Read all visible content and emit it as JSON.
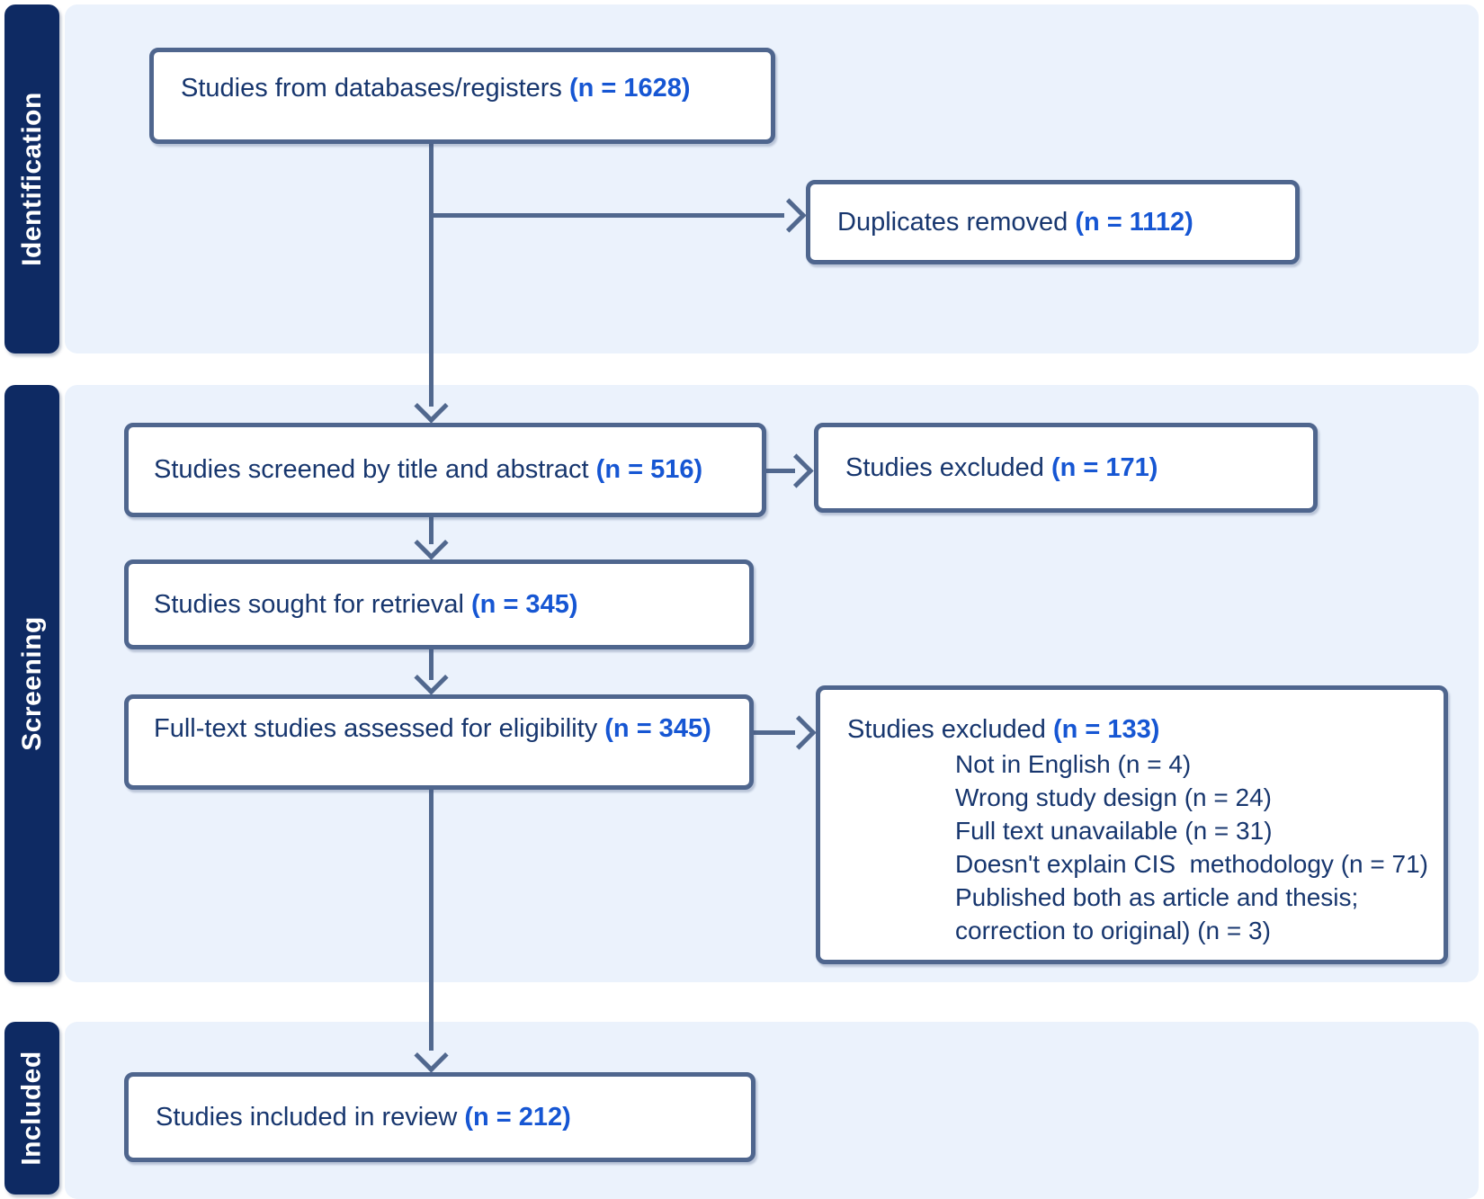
{
  "title": "PRISMA flow diagram",
  "stages": [
    {
      "label": "Identification"
    },
    {
      "label": "Screening"
    },
    {
      "label": "Included"
    }
  ],
  "boxes": {
    "databases": {
      "text": "Studies from databases/registers ",
      "n": "(n = 1628)"
    },
    "duplicates": {
      "text": "Duplicates removed ",
      "n": "(n = 1112)"
    },
    "screened": {
      "text": "Studies screened by title and abstract ",
      "n": "(n = 516)"
    },
    "excluded_screening": {
      "text": "Studies excluded ",
      "n": "(n = 171)"
    },
    "sought": {
      "text": "Studies sought for retrieval ",
      "n": "(n = 345)"
    },
    "fulltext": {
      "text": "Full-text studies assessed for eligibility ",
      "n": "(n = 345)"
    },
    "excluded_eligibility": {
      "text": "Studies excluded ",
      "n": "(n = 133)",
      "reasons": [
        "Not in English (n = 4)",
        "Wrong study design (n = 24)",
        "Full text unavailable (n = 31)",
        "Doesn't explain CIS  methodology (n = 71)",
        "Published both as article and thesis; correction to original) (n = 3)"
      ]
    },
    "included": {
      "text": "Studies included in review ",
      "n": "(n = 212)"
    }
  },
  "colors": {
    "navy": "#0e2a63",
    "band": "#ebf2fc",
    "border": "#4f668e",
    "arrow": "#51688e",
    "text": "#17366e",
    "accent": "#1656d3",
    "boxbg": "#ffffff"
  }
}
